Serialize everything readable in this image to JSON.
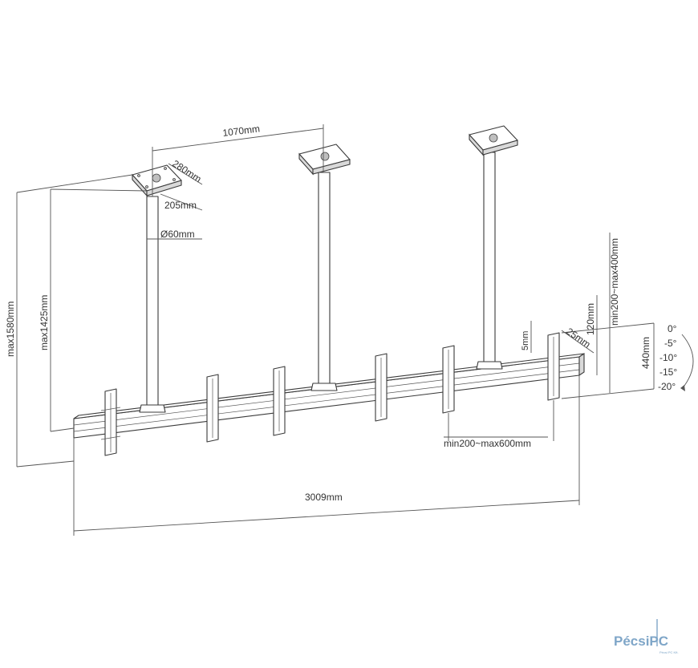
{
  "dimensions": {
    "pole_spacing": "1070mm",
    "plate_depth": "280mm",
    "plate_width": "205mm",
    "pole_diameter": "Ø60mm",
    "height_max_outer": "max1580mm",
    "height_max_inner": "max1425mm",
    "adjust_5mm": "5mm",
    "bracket_25mm": "25mm",
    "bracket_120mm": "120mm",
    "vesa_vertical_range": "min200~max400mm",
    "bracket_height": "440mm",
    "vesa_horizontal_range": "min200~max600mm",
    "total_width": "3009mm"
  },
  "tilt_angles": [
    "0°",
    "-5°",
    "-10°",
    "-15°",
    "-20°"
  ],
  "watermark": {
    "text": "PécsiPC",
    "sub": "Pécsi PC Kft."
  },
  "colors": {
    "line": "#3a3a3a",
    "watermark": "#7fa6c8"
  }
}
